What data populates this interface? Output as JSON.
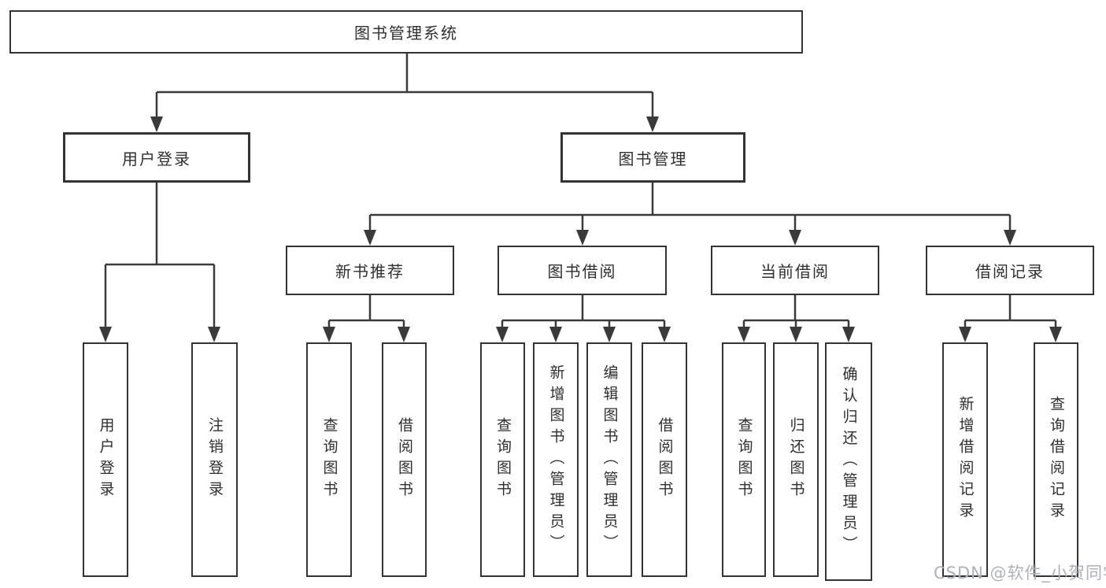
{
  "tree": {
    "root": {
      "label": "图书管理系统"
    },
    "branches": [
      {
        "label": "用户登录",
        "children": [
          {
            "label": "用户登录"
          },
          {
            "label": "注销登录"
          }
        ]
      },
      {
        "label": "图书管理",
        "groups": [
          {
            "label": "新书推荐",
            "children": [
              {
                "label": "查询图书"
              },
              {
                "label": "借阅图书"
              }
            ]
          },
          {
            "label": "图书借阅",
            "children": [
              {
                "label": "查询图书"
              },
              {
                "label": "新增图书（管理员）"
              },
              {
                "label": "编辑图书（管理员）"
              },
              {
                "label": "借阅图书"
              }
            ]
          },
          {
            "label": "当前借阅",
            "children": [
              {
                "label": "查询图书"
              },
              {
                "label": "归还图书"
              },
              {
                "label": "确认归还（管理员）"
              }
            ]
          },
          {
            "label": "借阅记录",
            "children": [
              {
                "label": "新增借阅记录"
              },
              {
                "label": "查询借阅记录"
              }
            ]
          }
        ]
      }
    ]
  },
  "watermark": "CSDN @软件_小贺同学",
  "colors": {
    "line": "#3a3a3a",
    "box_border": "#333333",
    "background": "#ffffff",
    "text": "#2f2f2f",
    "watermark": "#aeb1b7"
  }
}
